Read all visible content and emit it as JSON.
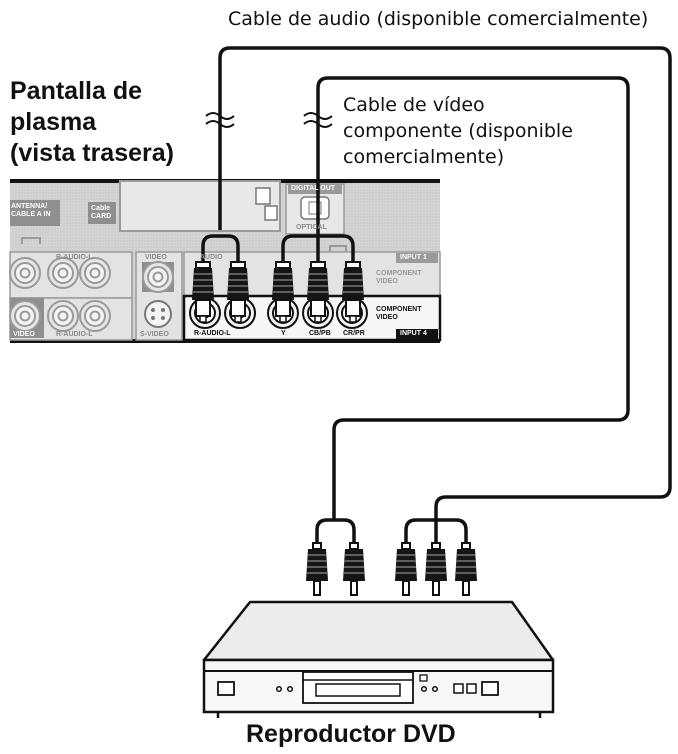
{
  "labels": {
    "audio_cable": "Cable de audio (disponible comercialmente)",
    "panel_title": [
      "Pantalla de",
      "plasma",
      "(vista trasera)"
    ],
    "video_cable": [
      "Cable de vídeo",
      "componente (disponible",
      "comercialmente)"
    ],
    "dvd_player": "Reproductor DVD"
  },
  "panel_text": {
    "antenna": [
      "ANTENNA/",
      "CABLE A IN"
    ],
    "cablecard": [
      "Cable",
      "CARD"
    ],
    "digital_out": "DIGITAL OUT",
    "optical": "OPTICAL",
    "r_audio_l_top": "R-AUDIO-L",
    "r_audio_l_bottom": "R-AUDIO-L",
    "video_left": "VIDEO",
    "video_mid": "VIDEO",
    "audio_top": "AUDIO",
    "input1": "INPUT 1",
    "component_video_1": [
      "COMPONENT",
      "VIDEO"
    ],
    "component_video_4": [
      "COMPONENT",
      "VIDEO"
    ],
    "s_video": "S-VIDEO",
    "input4": "INPUT 4",
    "r_audio_l_row": "R-AUDIO-L",
    "y": "Y",
    "cb_pb": "CB/PB",
    "cr_pr": "CR/PR"
  },
  "colors": {
    "ink": "#111111",
    "panel_gray": "#cfcfcf",
    "panel_dark": "#8a8a8a",
    "badge": "#9a9a9a",
    "dvd_body": "#f2f2f2"
  }
}
